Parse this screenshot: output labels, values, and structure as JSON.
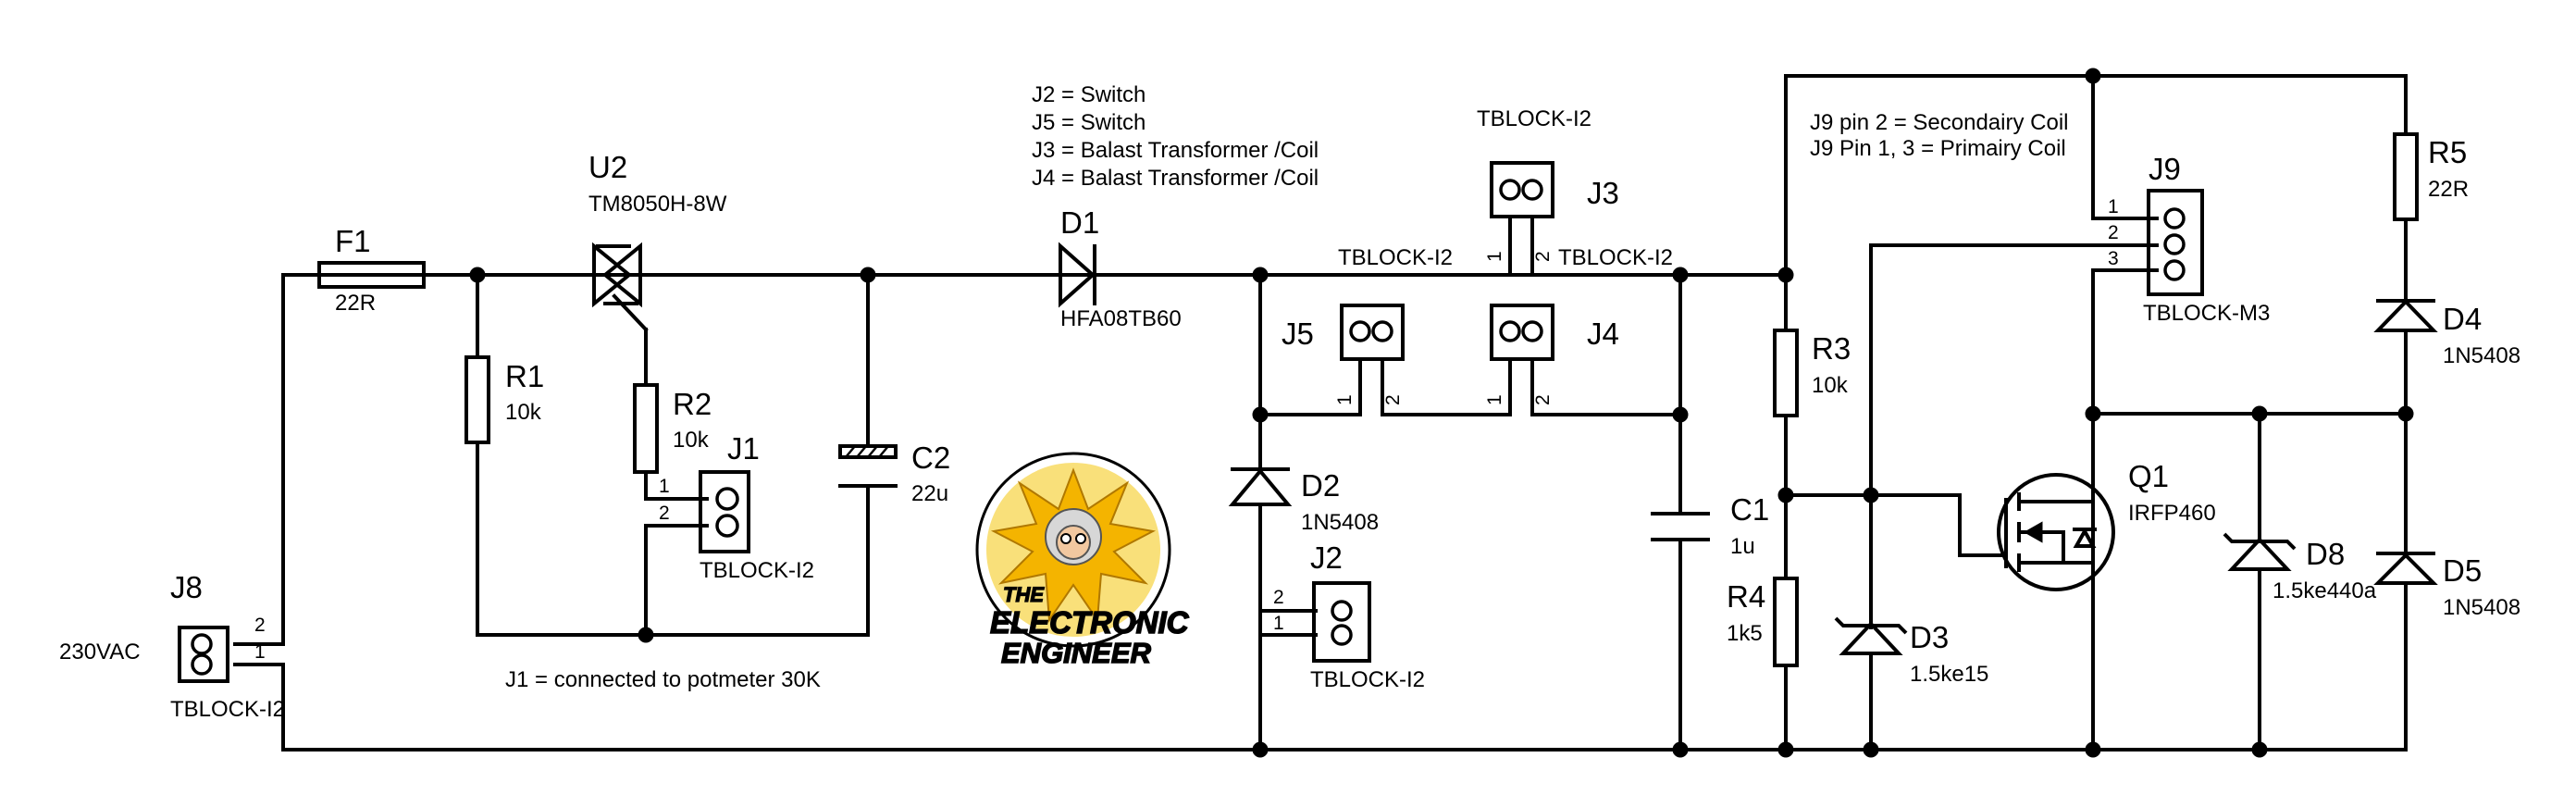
{
  "notes": {
    "switch_notes": [
      "J2 = Switch",
      "J5 = Switch",
      "J3 = Balast Transformer /Coil",
      "J4 = Balast Transformer /Coil"
    ],
    "j1_note": "J1 = connected to potmeter 30K",
    "coil_notes": [
      "J9 pin 2 = Secondairy Coil",
      "J9 Pin 1, 3 = Primairy Coil"
    ],
    "input_label": "230VAC"
  },
  "logo": {
    "line1": "THE",
    "line2": "ELECTRONIC",
    "line3": "ENGINEER"
  },
  "components": {
    "F1": {
      "ref": "F1",
      "value": "22R"
    },
    "R1": {
      "ref": "R1",
      "value": "10k"
    },
    "R2": {
      "ref": "R2",
      "value": "10k"
    },
    "R3": {
      "ref": "R3",
      "value": "10k"
    },
    "R4": {
      "ref": "R4",
      "value": "1k5"
    },
    "R5": {
      "ref": "R5",
      "value": "22R"
    },
    "U2": {
      "ref": "U2",
      "value": "TM8050H-8W"
    },
    "D1": {
      "ref": "D1",
      "value": "HFA08TB60"
    },
    "D2": {
      "ref": "D2",
      "value": "1N5408"
    },
    "D3": {
      "ref": "D3",
      "value": "1.5ke15"
    },
    "D4": {
      "ref": "D4",
      "value": "1N5408"
    },
    "D5": {
      "ref": "D5",
      "value": "1N5408"
    },
    "D8": {
      "ref": "D8",
      "value": "1.5ke440a"
    },
    "C1": {
      "ref": "C1",
      "value": "1u"
    },
    "C2": {
      "ref": "C2",
      "value": "22u"
    },
    "Q1": {
      "ref": "Q1",
      "value": "IRFP460"
    },
    "J1": {
      "ref": "J1",
      "value": "TBLOCK-I2"
    },
    "J2": {
      "ref": "J2",
      "value": "TBLOCK-I2"
    },
    "J3": {
      "ref": "J3",
      "value": "TBLOCK-I2"
    },
    "J4": {
      "ref": "J4",
      "value": "TBLOCK-I2"
    },
    "J5": {
      "ref": "J5",
      "value": "TBLOCK-I2"
    },
    "J8": {
      "ref": "J8",
      "value": "TBLOCK-I2"
    },
    "J9": {
      "ref": "J9",
      "value": "TBLOCK-M3"
    }
  },
  "pins": {
    "p1": "1",
    "p2": "2",
    "p3": "3"
  }
}
